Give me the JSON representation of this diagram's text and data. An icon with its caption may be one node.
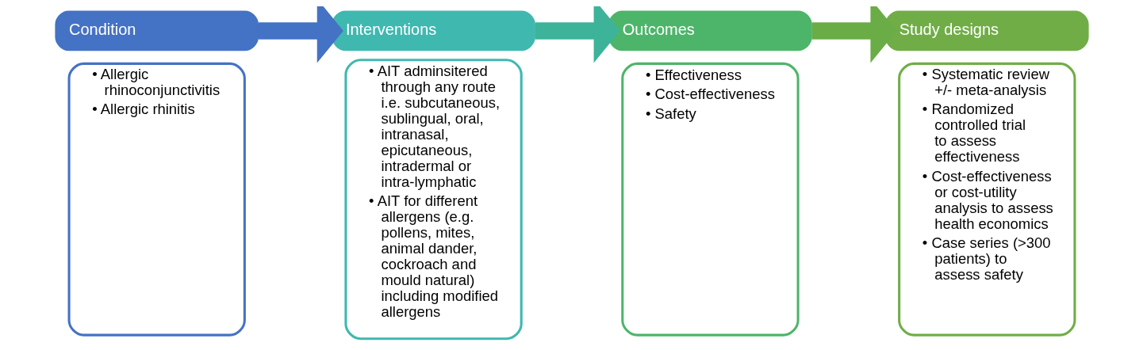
{
  "diagram": {
    "nodes": [
      {
        "text": [
          "Condition"
        ]
      },
      {
        "text": [
          "• Allergic rhinoconjunctivitis",
          "• Allergic rhinitis"
        ]
      },
      {
        "text": [
          "Interventions"
        ]
      },
      {
        "text": [
          "• AIT adminsitered through any route i.e. subcutaneous, sublingual, oral, intranasal, epicutaneous, intradermal or intra-lymphatic",
          "• AIT for different allergens (e.g. pollens, mites, animal dander, cockroach and mould natural) including modified allergens"
        ]
      },
      {
        "text": [
          "Outcomes"
        ]
      },
      {
        "text": [
          "• Effectiveness",
          "• Cost-effectiveness",
          "• Safety"
        ]
      },
      {
        "text": [
          "Study designs"
        ]
      },
      {
        "text": [
          "• Systematic review +/- meta-analysis",
          "• Randomized controlled trial to assess effectiveness",
          "• Cost-effectiveness or cost-utility analysis to assess health economics",
          "• Case series (>300 patients) to assess safety"
        ]
      }
    ],
    "edges": [
      {
        "from": 0,
        "to": 2,
        "arrow": "to",
        "color": "#4472c4"
      },
      {
        "from": 2,
        "to": 4,
        "arrow": "to",
        "color": "#3db39a"
      },
      {
        "from": 4,
        "to": 6,
        "arrow": "to",
        "color": "#6aac46"
      }
    ]
  }
}
